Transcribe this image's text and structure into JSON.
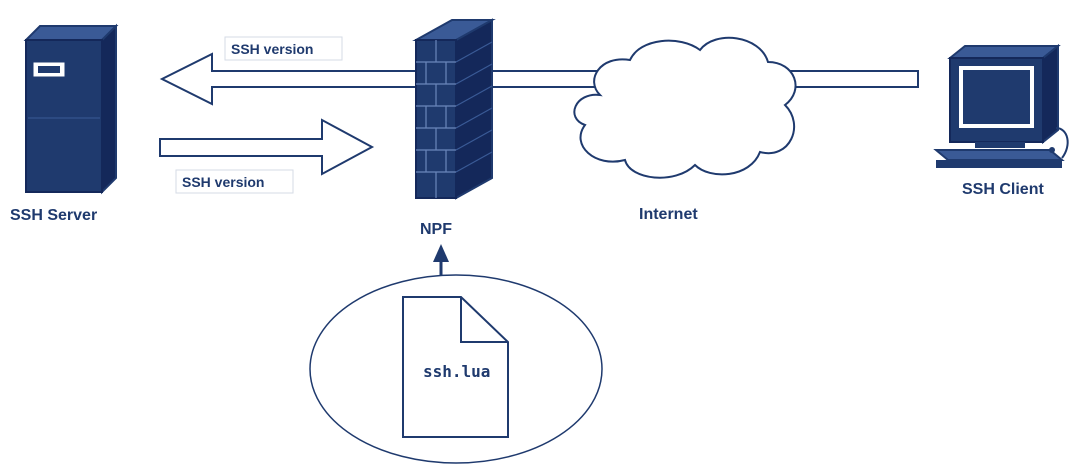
{
  "colors": {
    "primary": "#1f3a6e",
    "background": "#ffffff"
  },
  "nodes": {
    "server": {
      "label": "SSH Server",
      "icon": "server-tower-icon"
    },
    "firewall": {
      "label": "NPF",
      "icon": "firewall-brick-icon"
    },
    "internet": {
      "label": "Internet",
      "icon": "cloud-icon"
    },
    "client": {
      "label": "SSH Client",
      "icon": "desktop-computer-icon"
    },
    "script_file": {
      "label": "ssh.lua",
      "icon": "document-icon"
    }
  },
  "arrows": {
    "to_server": {
      "label": "SSH version",
      "direction": "left"
    },
    "from_server": {
      "label": "SSH version",
      "direction": "right"
    }
  }
}
